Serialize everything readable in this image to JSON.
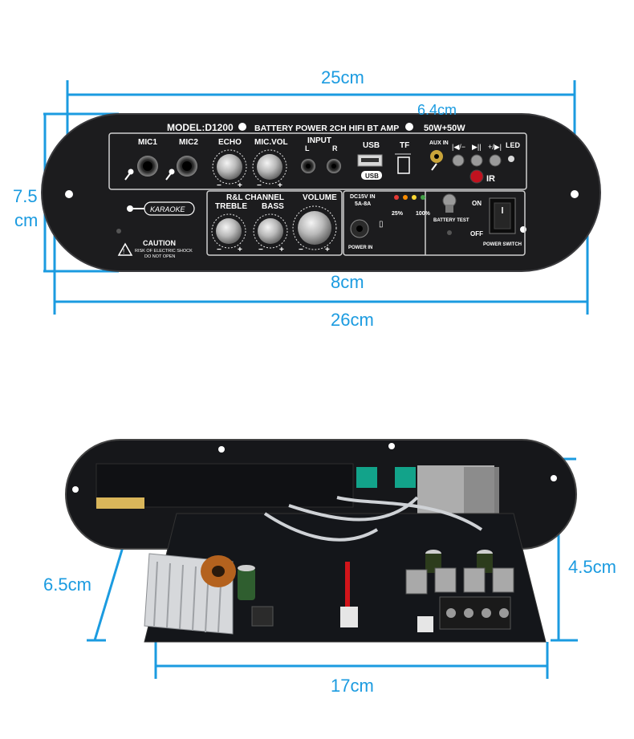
{
  "colors": {
    "dimension_line": "#1b9be0",
    "panel": "#1c1c1e",
    "pcb": "#14161a"
  },
  "dimensions": {
    "width_top": "25cm",
    "width_bottom": "26cm",
    "height": "7.5",
    "height_unit": "cm",
    "offset": "6.4cm",
    "control_width": "8cm",
    "board_width": "17cm",
    "board_height": "4.5cm",
    "board_depth": "6.5cm"
  },
  "panel_labels": {
    "model": "MODEL:D1200",
    "title": "BATTERY POWER 2CH HIFI BT AMP",
    "power": "50W+50W",
    "mic1": "MIC1",
    "mic2": "MIC2",
    "echo": "ECHO",
    "mic_vol": "MIC.VOL",
    "input": "INPUT",
    "input_l": "L",
    "input_r": "R",
    "usb": "USB",
    "tf": "TF",
    "aux_in": "AUX IN",
    "led": "LED",
    "ir": "IR",
    "karaoke": "KARAOKE",
    "rl_channel": "R&L CHANNEL",
    "treble": "TREBLE",
    "bass": "BASS",
    "volume": "VOLUME",
    "dc_in": "DC15V IN",
    "dc_amp": "5A-8A",
    "power_in": "POWER IN",
    "pct_25": "25%",
    "pct_100": "100%",
    "battery_test": "BATTERY TEST",
    "on": "ON",
    "off": "OFF",
    "power_switch": "POWER SWITCH",
    "caution": "CAUTION",
    "caution_line1": "RISK OF ELECTRIC SHOCK",
    "caution_line2": "DO NOT OPEN",
    "minus": "−",
    "plus": "+",
    "usb_badge": "USB"
  }
}
